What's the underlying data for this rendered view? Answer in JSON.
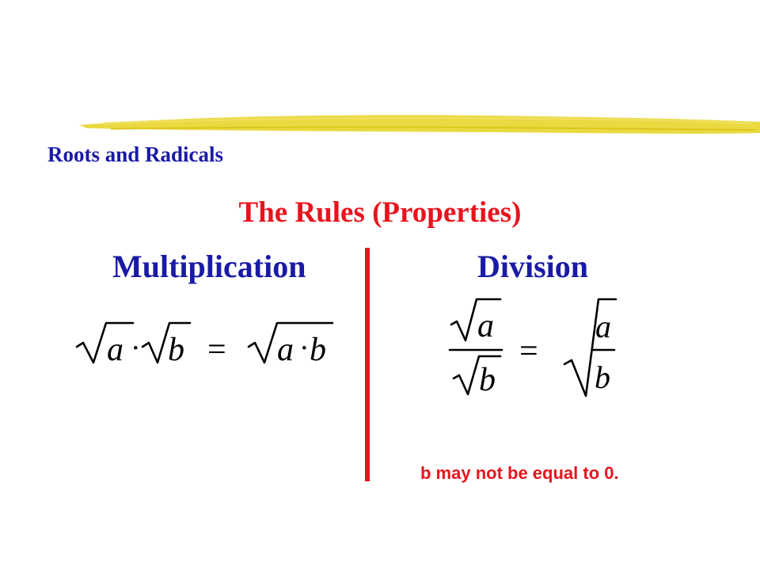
{
  "slide": {
    "subject_title": "Roots and Radicals",
    "rules_title": "The Rules (Properties)",
    "multiplication_heading": "Multiplication",
    "division_heading": "Division",
    "note": "b may not be equal to 0."
  },
  "formulas": {
    "multiplication": {
      "left_factor_1": "a",
      "operator_dot": "·",
      "left_factor_2": "b",
      "equals": "=",
      "right_factor_1": "a",
      "right_dot": "·",
      "right_factor_2": "b"
    },
    "division": {
      "numerator": "a",
      "denominator": "b",
      "equals": "=",
      "right_numerator": "a",
      "right_denominator": "b"
    }
  },
  "colors": {
    "blue_text": "#1a1aa6",
    "red_text": "#e8141e",
    "divider": "#e8141e",
    "highlight": "#e6d21e",
    "math": "#000000"
  }
}
